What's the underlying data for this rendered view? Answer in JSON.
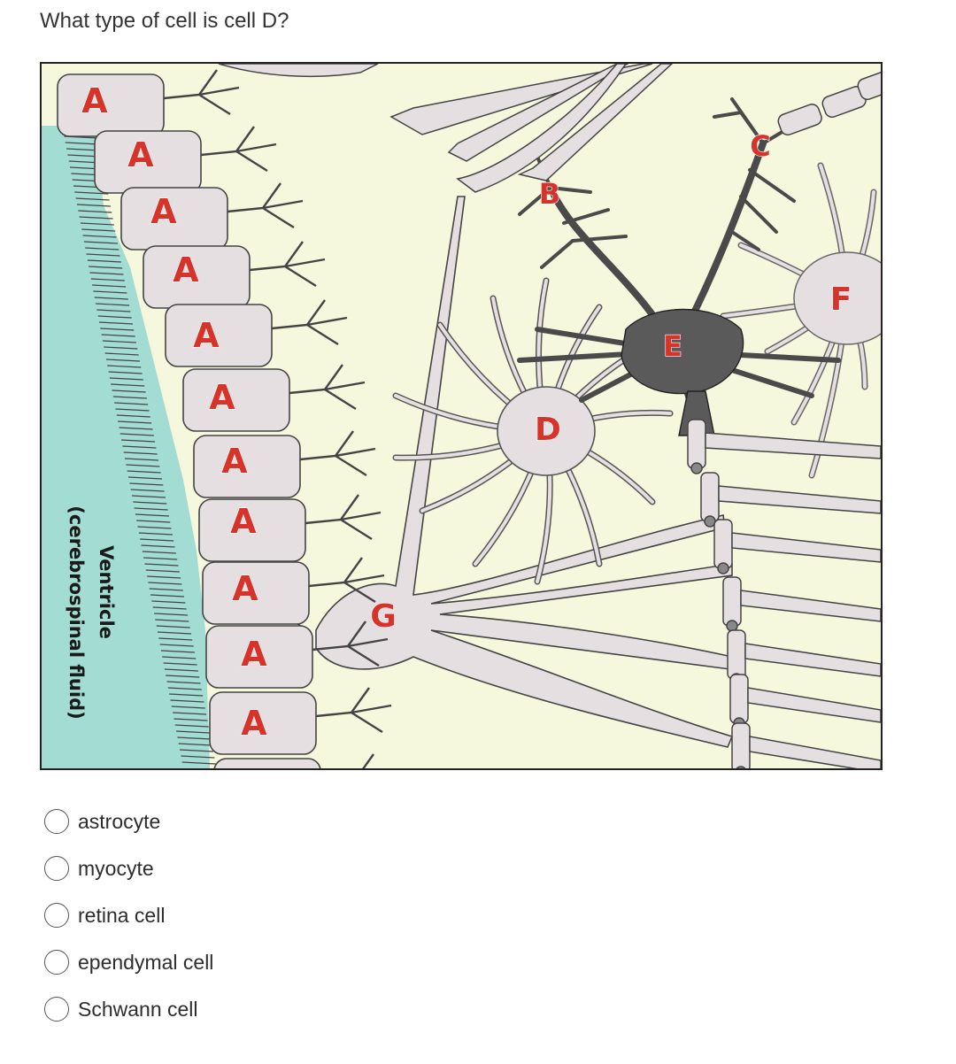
{
  "question": {
    "text": "What type of cell is cell D?"
  },
  "figure": {
    "ventricle_label": "Ventricle",
    "csf_label": "(cerebrospinal fluid)",
    "cell_labels": {
      "A": "A",
      "B": "B",
      "C": "C",
      "D": "D",
      "E": "E",
      "F": "F",
      "G": "G"
    },
    "colors": {
      "background": "#f6f8dd",
      "ventricle": "#a3dcd3",
      "light_cell": "#e6dfe1",
      "neuron": "#5a5a5a",
      "label": "#d6332a"
    }
  },
  "options": [
    {
      "label": "astrocyte"
    },
    {
      "label": "myocyte"
    },
    {
      "label": "retina cell"
    },
    {
      "label": "ependymal cell"
    },
    {
      "label": "Schwann cell"
    }
  ]
}
